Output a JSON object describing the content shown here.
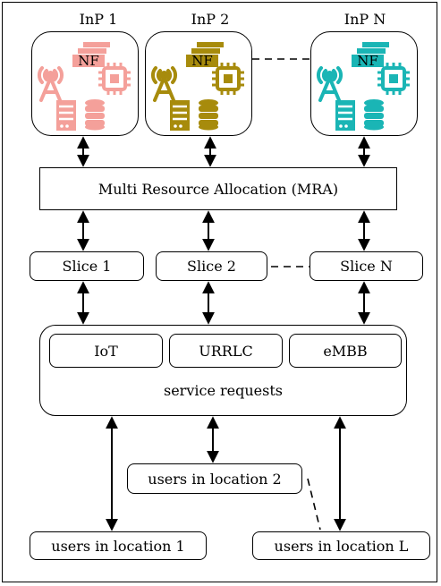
{
  "inps": [
    {
      "title": "InP 1",
      "color": "#f4a09a",
      "nf": "NF"
    },
    {
      "title": "InP 2",
      "color": "#a78b0c",
      "nf": "NF"
    },
    {
      "title": "InP N",
      "color": "#1ab5b5",
      "nf": "NF"
    }
  ],
  "mra_label": "Multi Resource Allocation (MRA)",
  "slices": [
    "Slice 1",
    "Slice 2",
    "Slice N"
  ],
  "services": [
    "IoT",
    "URRLC",
    "eMBB"
  ],
  "service_requests_label": "service requests",
  "users": {
    "loc1": "users in location 1",
    "loc2": "users in location 2",
    "locL": "users in location L"
  }
}
